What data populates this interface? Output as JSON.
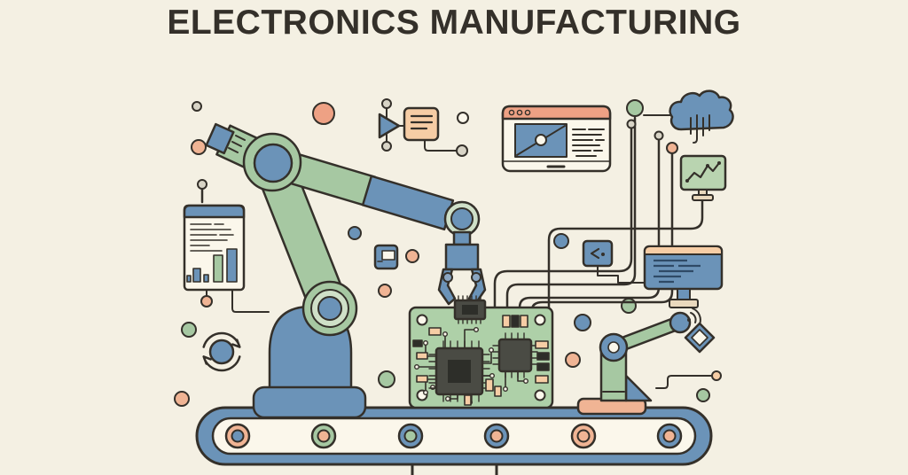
{
  "header": {
    "title": "ELECTRONICS MANUFACTURING"
  },
  "palette": {
    "bg": "#f4f0e3",
    "ink": "#34302a",
    "sage": "#a6c8a2",
    "sagelight": "#cfe0c8",
    "blue": "#6b93b8",
    "bluedark": "#8ba6c2",
    "peach": "#f0b494",
    "salmon": "#eea184",
    "peachlight": "#f6cda5",
    "cream": "#fbf7eb",
    "pcb": "#aed0a8",
    "chip": "#4a4b44",
    "chipdark": "#2d2e29",
    "gray": "#d8d4c6",
    "screen": "#b9d4b0",
    "tan": "#ead9bd",
    "codeline": "#2f4a66"
  },
  "icons": [
    "report-document-icon",
    "sync-arrows-icon",
    "flow-trigger-icon",
    "note-icon",
    "module-chip-icon",
    "browser-window-icon",
    "data-cloud-icon",
    "line-chart-monitor-icon",
    "code-snippet-icon",
    "code-terminal-icon",
    "wifi-signal-icon",
    "industrial-robot-arm",
    "gripper",
    "microchip",
    "circuit-board",
    "compact-robot-arm",
    "conveyor-belt"
  ],
  "conveyor": {
    "rollers": 6,
    "legs": 2
  }
}
